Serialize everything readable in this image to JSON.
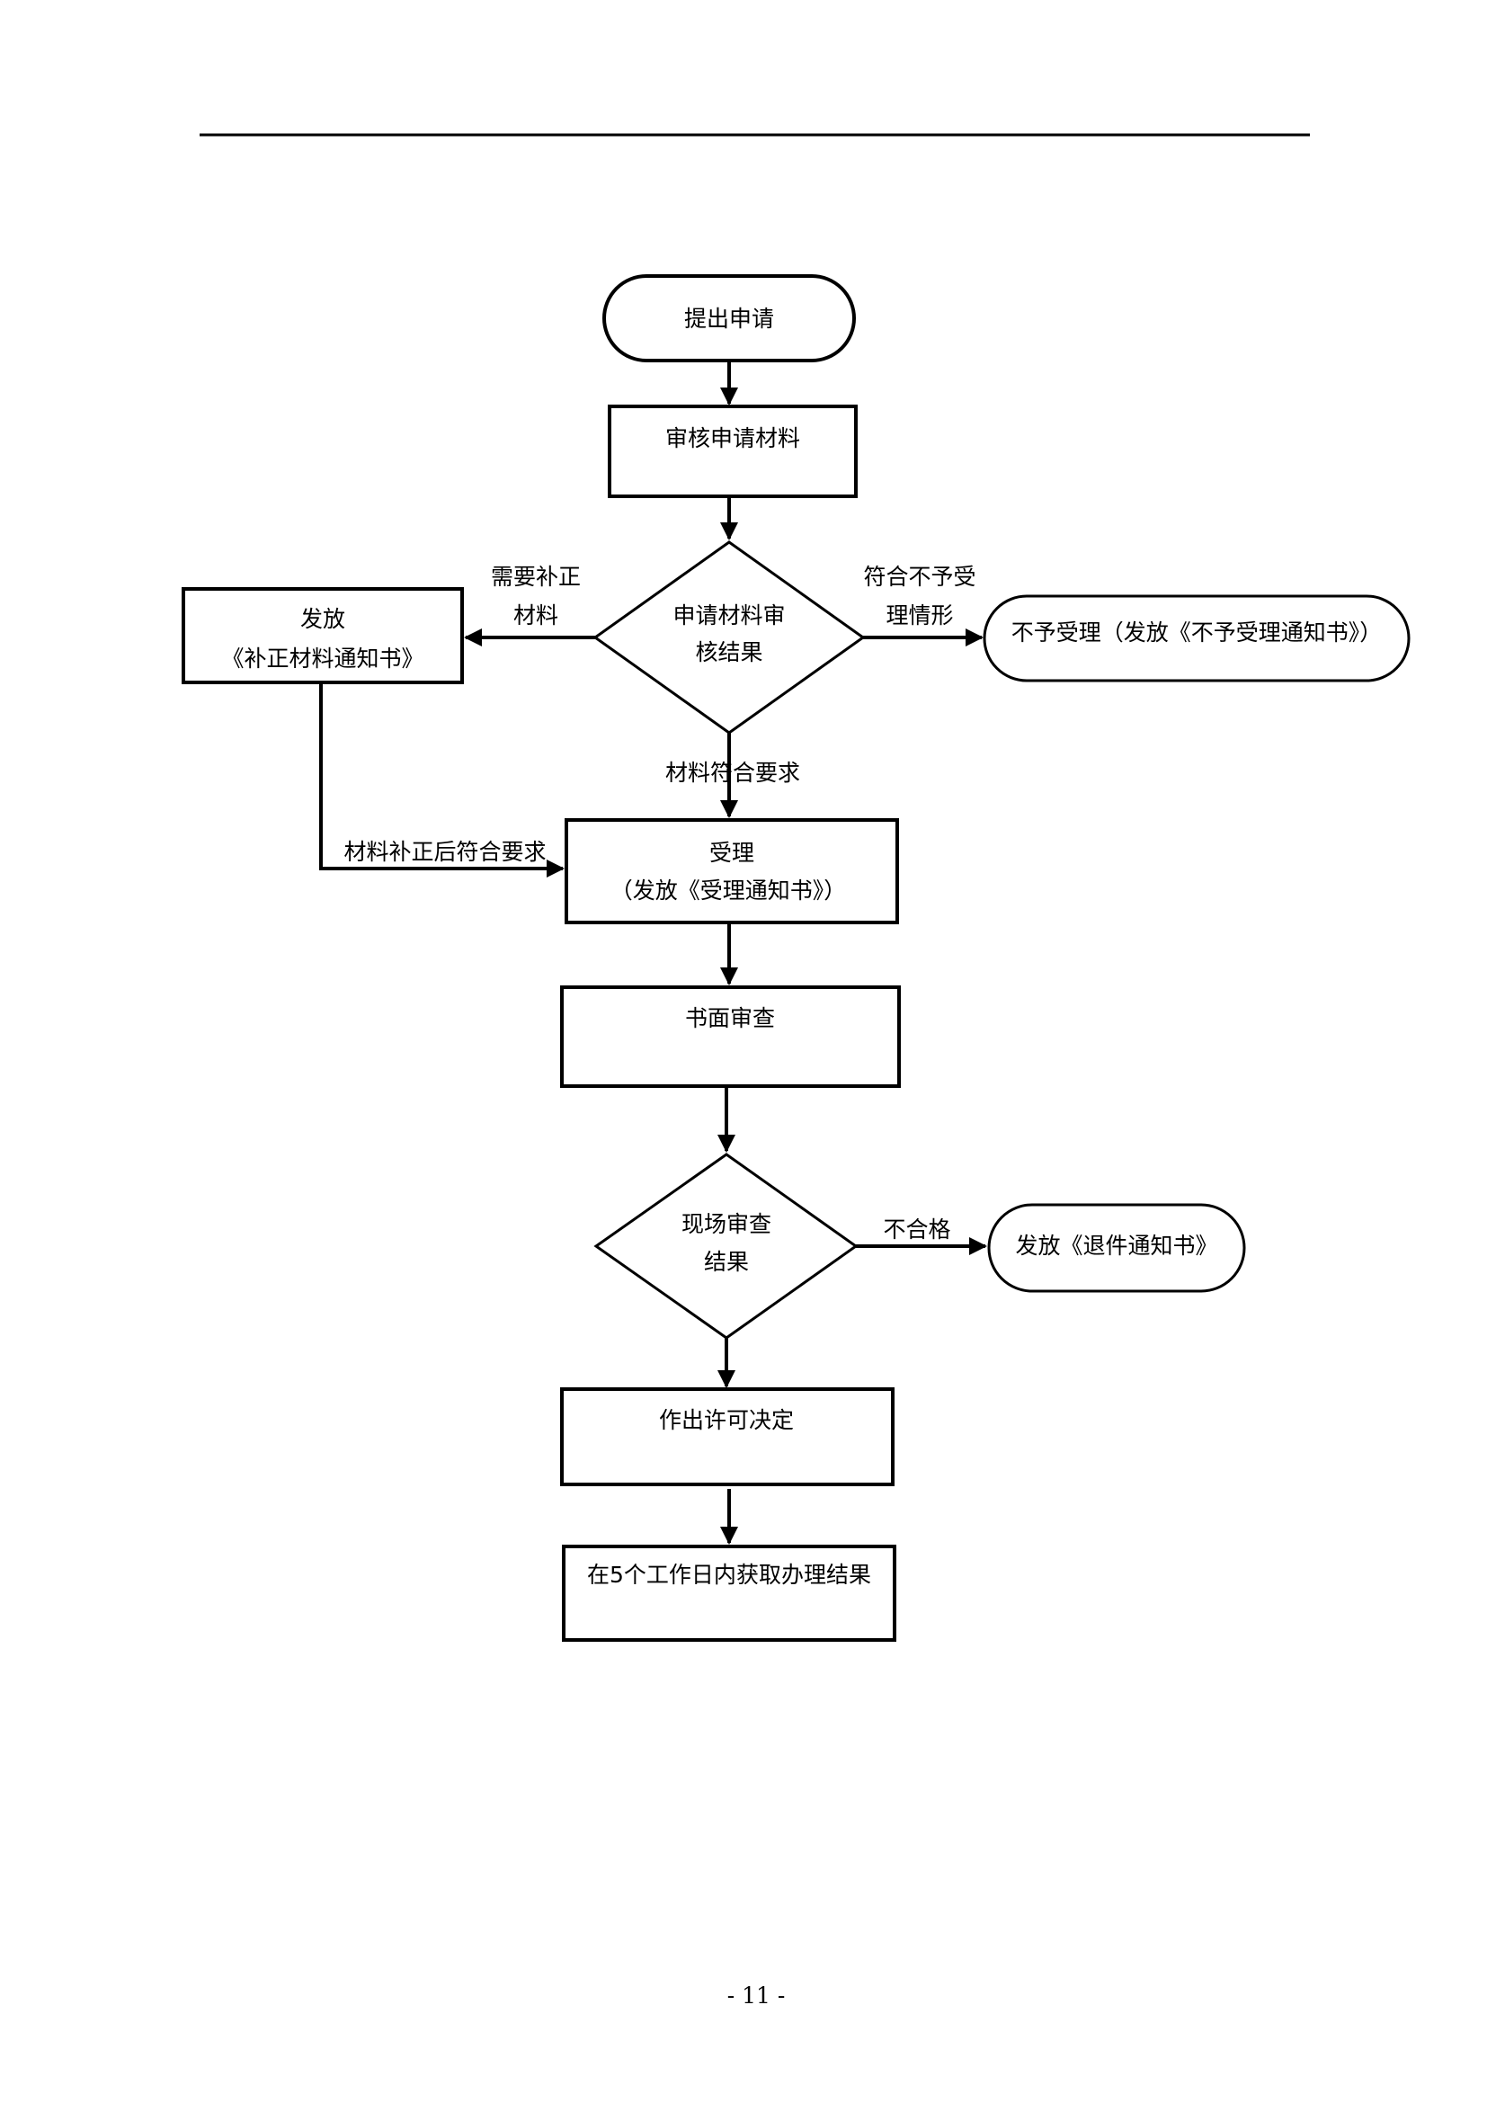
{
  "flowchart": {
    "start": "提出申请",
    "review_materials": "审核申请材料",
    "decision1": [
      "申请材料审",
      "核结果"
    ],
    "edge_need_correction": [
      "需要补正",
      "材料"
    ],
    "issue_correction": [
      "发放",
      "《补正材料通知书》"
    ],
    "edge_reject": [
      "符合不予受",
      "理情形"
    ],
    "reject_terminal": "不予受理（发放《不予受理通知书》）",
    "edge_materials_ok": "材料符合要求",
    "edge_corrected_ok": "材料补正后符合要求",
    "accept": [
      "受理",
      "（发放《受理通知书》）"
    ],
    "written_review": "书面审查",
    "decision2": [
      "现场审查",
      "结果"
    ],
    "edge_fail": "不合格",
    "return_terminal": "发放《退件通知书》",
    "decision": "作出许可决定",
    "result": "在5个工作日内获取办理结果"
  },
  "page_number": "- 11 -"
}
